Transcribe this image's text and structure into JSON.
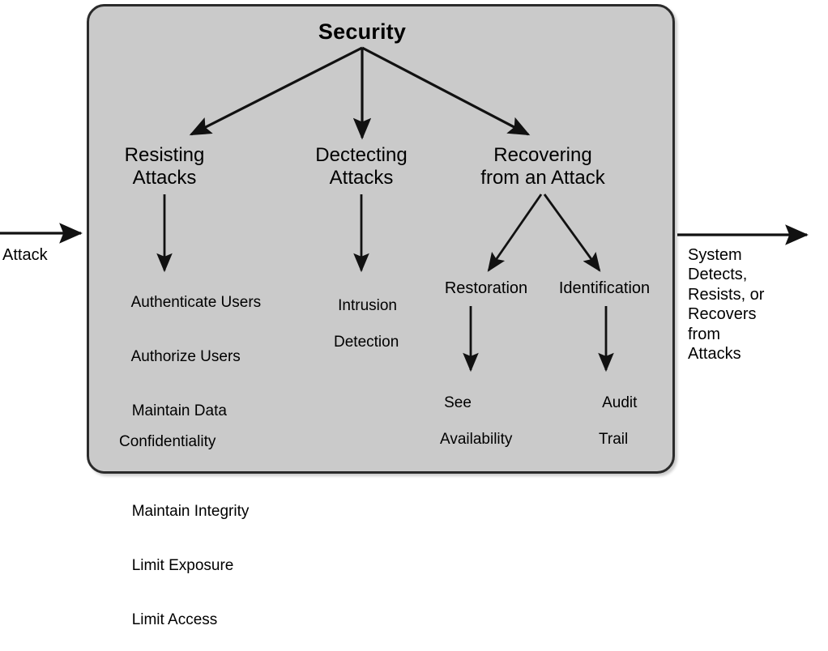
{
  "diagram": {
    "title": "Security",
    "box": {
      "fill_color": "#cacaca",
      "border_color": "#2b2b2b"
    },
    "input": {
      "label": "Attack",
      "arrow": "arrow-right-into-box"
    },
    "output": {
      "label": "System\nDetects,\nResists, or\nRecovers\nfrom\nAttacks",
      "arrow": "arrow-right-out-of-box"
    },
    "branches": [
      {
        "id": "resisting",
        "label": "Resisting\nAttacks",
        "items": [
          {
            "line1": "Authenticate Users",
            "line2": ""
          },
          {
            "line1": "Authorize Users",
            "line2": ""
          },
          {
            "line1": "Maintain Data",
            "line2": "Confidentiality"
          },
          {
            "line1": "Maintain Integrity",
            "line2": ""
          },
          {
            "line1": "Limit Exposure",
            "line2": ""
          },
          {
            "line1": "Limit Access",
            "line2": ""
          }
        ]
      },
      {
        "id": "detecting",
        "label": "Dectecting\nAttacks",
        "leaf": {
          "line1": "Intrusion",
          "line2": "Detection"
        }
      },
      {
        "id": "recovering",
        "label": "Recovering\nfrom an Attack",
        "children": [
          {
            "id": "restoration",
            "label": "Restoration",
            "leaf": {
              "line1": "See",
              "line2": "Availability"
            }
          },
          {
            "id": "identification",
            "label": "Identification",
            "leaf": {
              "line1": "Audit",
              "line2": "Trail"
            }
          }
        ]
      }
    ]
  }
}
